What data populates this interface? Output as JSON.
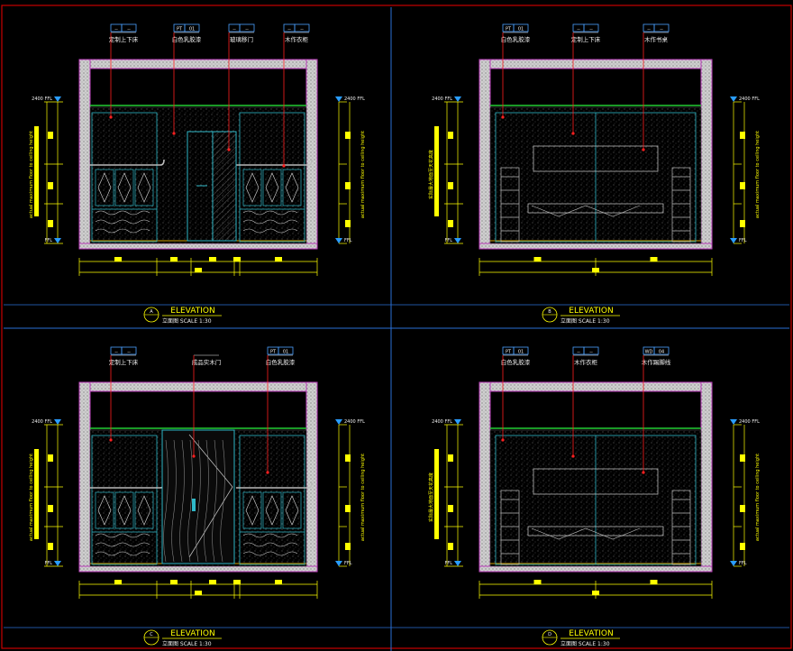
{
  "colors": {
    "background": "#000000",
    "frame": "#c80000",
    "sheet_divider": "#2a6fd6",
    "wall": "#d8d8d8",
    "wall_outline": "#c040c0",
    "ceiling_line": "#22cc33",
    "fixture": "#2fb8c8",
    "label": "#f0f0f0",
    "dim": "#ffff00",
    "leader": "#ff2020",
    "tag": "#4aa0ff",
    "title": "#ffff00"
  },
  "panels": [
    {
      "id": "A",
      "tags": [
        {
          "code": "--",
          "num": "--",
          "label": "定制上下床"
        },
        {
          "code": "PT",
          "num": "01",
          "label": "白色乳胶漆"
        },
        {
          "code": "--",
          "num": "--",
          "label": "玻璃移门"
        },
        {
          "code": "--",
          "num": "--",
          "label": "木作衣柜"
        }
      ],
      "level_left": "2400 FFL",
      "level_right": "2400 FFL",
      "floor_left": "FFL",
      "floor_right": "FFL",
      "vert_note_left": "actual maximum floor to ceiling height",
      "vert_note_right": "actual maximum floor to ceiling height",
      "title": "ELEVATION",
      "subtitle": "立面图  SCALE 1:30"
    },
    {
      "id": "B",
      "tags": [
        {
          "code": "PT",
          "num": "01",
          "label": "白色乳胶漆"
        },
        {
          "code": "--",
          "num": "--",
          "label": "定制上下床"
        },
        {
          "code": "--",
          "num": "--",
          "label": "木作书桌"
        }
      ],
      "level_left": "2400 FFL",
      "level_right": "2400 FFL",
      "floor_left": "FFL",
      "floor_right": "FFL",
      "vert_note_left": "实际最大地面至天花高度",
      "vert_note_right": "actual maximum floor to ceiling height",
      "title": "ELEVATION",
      "subtitle": "立面图  SCALE 1:30"
    },
    {
      "id": "C",
      "tags": [
        {
          "code": "--",
          "num": "--",
          "label": "定制上下床"
        },
        {
          "code": "",
          "num": "",
          "label": "成品实木门"
        },
        {
          "code": "PT",
          "num": "01",
          "label": "白色乳胶漆"
        }
      ],
      "level_left": "2400 FFL",
      "level_right": "2400 FFL",
      "floor_left": "FFL",
      "floor_right": "FFL",
      "vert_note_left": "actual maximum floor to ceiling height",
      "vert_note_right": "actual maximum floor to ceiling height",
      "title": "ELEVATION",
      "subtitle": "立面图  SCALE 1:30"
    },
    {
      "id": "D",
      "tags": [
        {
          "code": "PT",
          "num": "01",
          "label": "白色乳胶漆"
        },
        {
          "code": "--",
          "num": "--",
          "label": "木作衣柜"
        },
        {
          "code": "WD",
          "num": "04",
          "label": "木作踢脚线"
        }
      ],
      "level_left": "2400 FFL",
      "level_right": "2400 FFL",
      "floor_left": "FFL",
      "floor_right": "FFL",
      "vert_note_left": "实际最大地面至天花高度",
      "vert_note_right": "actual maximum floor to ceiling height",
      "title": "ELEVATION",
      "subtitle": "立面图  SCALE 1:30"
    }
  ]
}
